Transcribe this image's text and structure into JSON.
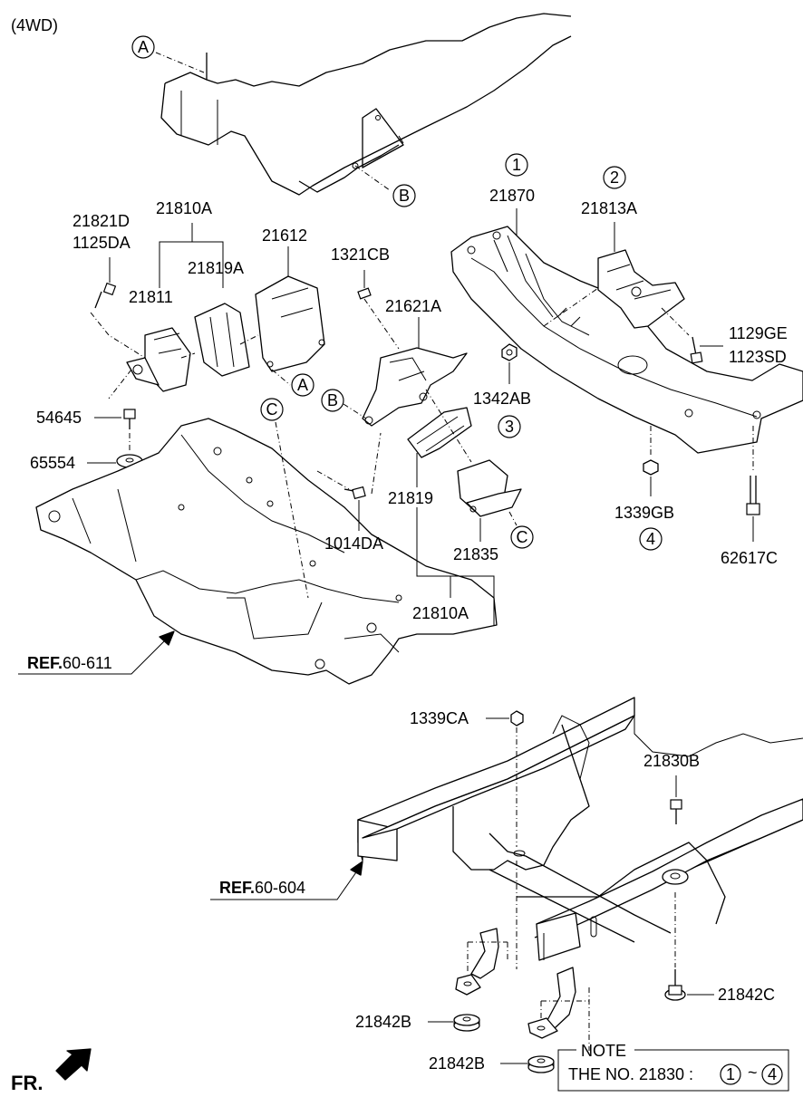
{
  "header": {
    "variant": "(4WD)"
  },
  "refs": {
    "ref_a": {
      "prefix": "REF.",
      "code": "60-611"
    },
    "ref_b": {
      "prefix": "REF.",
      "code": "60-604"
    }
  },
  "front_arrow": {
    "label": "FR."
  },
  "callout_letters": {
    "a": "A",
    "b": "B",
    "c": "C"
  },
  "callout_numbers": {
    "n1": "1",
    "n2": "2",
    "n3": "3",
    "n4": "4"
  },
  "parts": {
    "p21821d": "21821D",
    "p1125da": "1125DA",
    "p21810a_top": "21810A",
    "p21612": "21612",
    "p21819a": "21819A",
    "p21811": "21811",
    "p1321cb": "1321CB",
    "p21621a": "21621A",
    "p54645": "54645",
    "p65554": "65554",
    "p21819": "21819",
    "p1014da": "1014DA",
    "p21835": "21835",
    "p21810a_bottom": "21810A",
    "p21870": "21870",
    "p21813a": "21813A",
    "p1129ge": "1129GE",
    "p1123sd": "1123SD",
    "p1342ab": "1342AB",
    "p1339gb": "1339GB",
    "p62617c": "62617C",
    "p1339ca": "1339CA",
    "p21830b": "21830B",
    "p21842c": "21842C",
    "p21842b_a": "21842B",
    "p21842b_b": "21842B"
  },
  "note": {
    "title": "NOTE",
    "text": "THE NO. 21830 :",
    "range_start": "1",
    "range_sep": "~",
    "range_end": "4"
  }
}
